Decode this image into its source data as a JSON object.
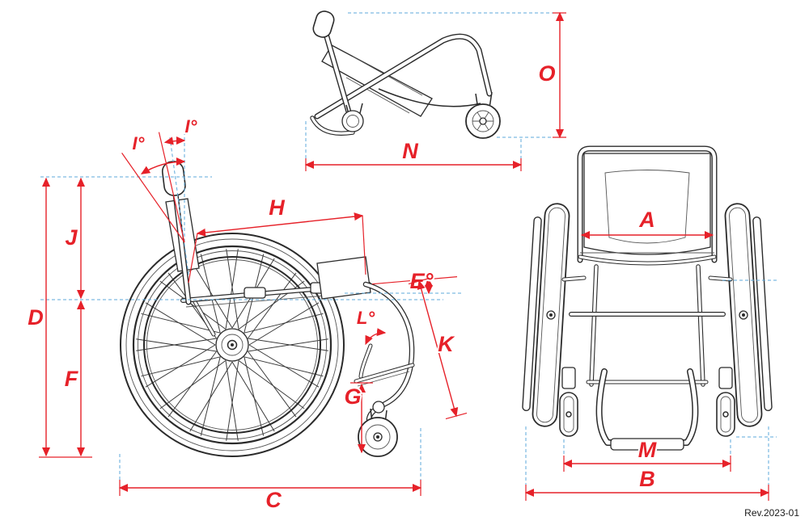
{
  "revision": "Rev.2023-01",
  "colors": {
    "dim": "#e62129",
    "ref": "#5ea9db",
    "art": "#2b2b2b"
  },
  "dimensions": {
    "A": {
      "label": "A"
    },
    "B": {
      "label": "B"
    },
    "C": {
      "label": "C"
    },
    "D": {
      "label": "D"
    },
    "E": {
      "label": "E°"
    },
    "F": {
      "label": "F"
    },
    "G": {
      "label": "G"
    },
    "H": {
      "label": "H"
    },
    "I": {
      "label": "I°"
    },
    "J": {
      "label": "J"
    },
    "K": {
      "label": "K"
    },
    "L": {
      "label": "L°"
    },
    "M": {
      "label": "M"
    },
    "N": {
      "label": "N"
    },
    "O": {
      "label": "O"
    }
  }
}
